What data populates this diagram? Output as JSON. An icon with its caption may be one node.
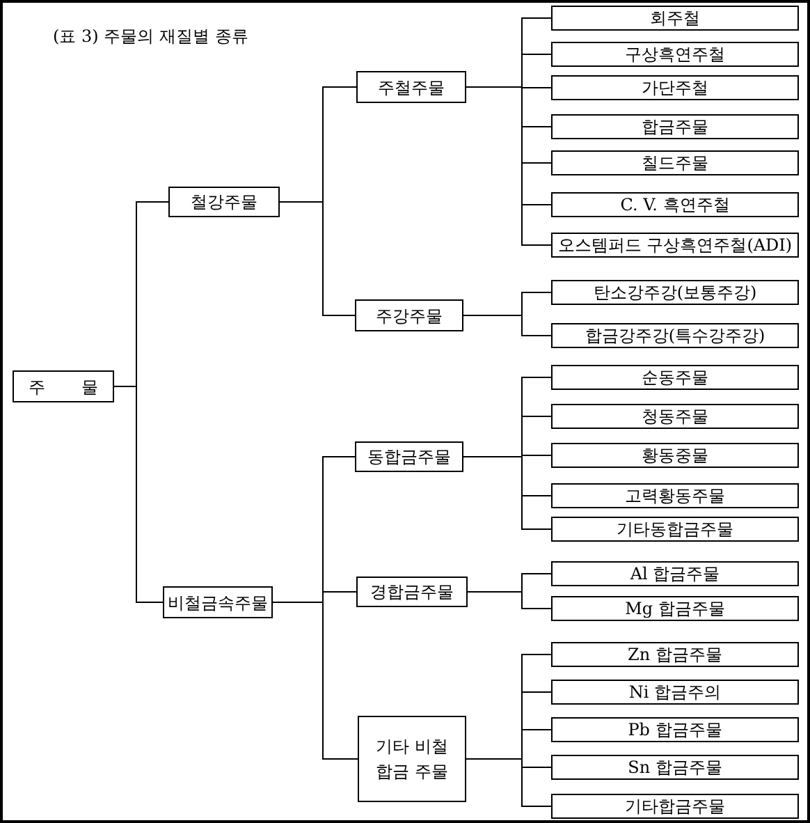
{
  "diagram": {
    "title": "(표 3) 주물의 재질별 종류",
    "nodes": [
      {
        "text": [
          "주 물"
        ]
      },
      {
        "text": [
          "철강주물"
        ]
      },
      {
        "text": [
          "비철금속주물"
        ]
      },
      {
        "text": [
          "주철주물"
        ]
      },
      {
        "text": [
          "주강주물"
        ]
      },
      {
        "text": [
          "동합금주물"
        ]
      },
      {
        "text": [
          "경합금주물"
        ]
      },
      {
        "text": [
          "기타 비철 합금 주물"
        ]
      },
      {
        "text": [
          "회주철"
        ]
      },
      {
        "text": [
          "구상흑연주철"
        ]
      },
      {
        "text": [
          "가단주철"
        ]
      },
      {
        "text": [
          "합금주물"
        ]
      },
      {
        "text": [
          "칠드주물"
        ]
      },
      {
        "text": [
          "C. V. 흑연주철"
        ]
      },
      {
        "text": [
          "오스템퍼드 구상흑연주철(ADI)"
        ]
      },
      {
        "text": [
          "탄소강주강(보통주강)"
        ]
      },
      {
        "text": [
          "합금강주강(특수강주강)"
        ]
      },
      {
        "text": [
          "순동주물"
        ]
      },
      {
        "text": [
          "청동주물"
        ]
      },
      {
        "text": [
          "황동중물"
        ]
      },
      {
        "text": [
          "고력황동주물"
        ]
      },
      {
        "text": [
          "기타동합금주물"
        ]
      },
      {
        "text": [
          "Al 합금주물"
        ]
      },
      {
        "text": [
          "Mg 합금주물"
        ]
      },
      {
        "text": [
          "Zn 합금주물"
        ]
      },
      {
        "text": [
          "Ni 합금주의"
        ]
      },
      {
        "text": [
          "Pb 합금주물"
        ]
      },
      {
        "text": [
          "Sn 합금주물"
        ]
      },
      {
        "text": [
          "기타합금주물"
        ]
      }
    ],
    "edges": [
      {
        "from": 0,
        "to": 1,
        "arrow": "none"
      },
      {
        "from": 0,
        "to": 2,
        "arrow": "none"
      },
      {
        "from": 1,
        "to": 3,
        "arrow": "none"
      },
      {
        "from": 1,
        "to": 4,
        "arrow": "none"
      },
      {
        "from": 2,
        "to": 5,
        "arrow": "none"
      },
      {
        "from": 2,
        "to": 6,
        "arrow": "none"
      },
      {
        "from": 2,
        "to": 7,
        "arrow": "none"
      },
      {
        "from": 3,
        "to": 8,
        "arrow": "none"
      },
      {
        "from": 3,
        "to": 9,
        "arrow": "none"
      },
      {
        "from": 3,
        "to": 10,
        "arrow": "none"
      },
      {
        "from": 3,
        "to": 11,
        "arrow": "none"
      },
      {
        "from": 3,
        "to": 12,
        "arrow": "none"
      },
      {
        "from": 3,
        "to": 13,
        "arrow": "none"
      },
      {
        "from": 3,
        "to": 14,
        "arrow": "none"
      },
      {
        "from": 4,
        "to": 15,
        "arrow": "none"
      },
      {
        "from": 4,
        "to": 16,
        "arrow": "none"
      },
      {
        "from": 5,
        "to": 17,
        "arrow": "none"
      },
      {
        "from": 5,
        "to": 18,
        "arrow": "none"
      },
      {
        "from": 5,
        "to": 19,
        "arrow": "none"
      },
      {
        "from": 5,
        "to": 20,
        "arrow": "none"
      },
      {
        "from": 5,
        "to": 21,
        "arrow": "none"
      },
      {
        "from": 6,
        "to": 22,
        "arrow": "none"
      },
      {
        "from": 6,
        "to": 23,
        "arrow": "none"
      },
      {
        "from": 7,
        "to": 24,
        "arrow": "none"
      },
      {
        "from": 7,
        "to": 25,
        "arrow": "none"
      },
      {
        "from": 7,
        "to": 26,
        "arrow": "none"
      },
      {
        "from": 7,
        "to": 27,
        "arrow": "none"
      },
      {
        "from": 7,
        "to": 28,
        "arrow": "none"
      }
    ]
  }
}
